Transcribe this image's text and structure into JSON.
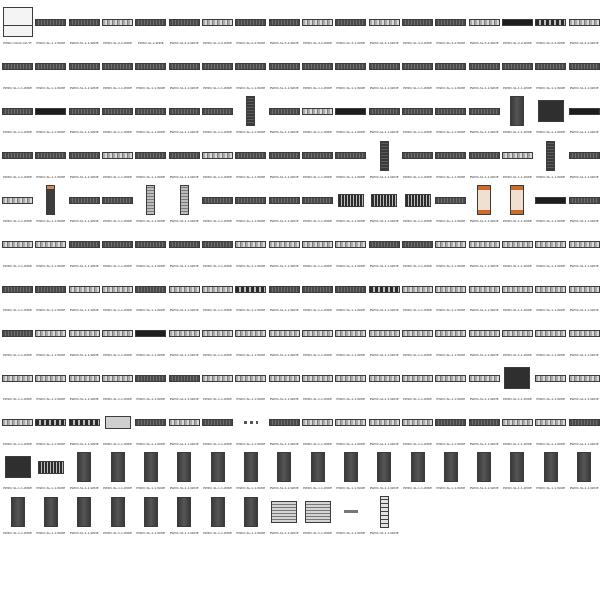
{
  "gallery": {
    "rows": [
      [
        {
          "label": "PWDC-OLDC-OA-TT",
          "style": "cover"
        },
        {
          "label": "PWDC-SL-1-1-WIDE",
          "style": "dark"
        },
        {
          "label": "PWDC-SL-1-1-WIDE",
          "style": "dark"
        },
        {
          "label": "PWDC-SL-2-2-WIDE",
          "style": "light"
        },
        {
          "label": "PWDC-SL-2-WIDE",
          "style": "dark"
        },
        {
          "label": "PWDC-SL-2-2-WIDE",
          "style": "dark"
        },
        {
          "label": "PWDC-SL-2-2-WIDE",
          "style": "light"
        },
        {
          "label": "PWDC-SL-2-2-WIDE",
          "style": "dark"
        },
        {
          "label": "PWDC-SL-3-2-WIDE",
          "style": "dark"
        },
        {
          "label": "PWDC-SL-3-2-WIDE",
          "style": "light"
        },
        {
          "label": "PWDC-SL-3-1-WIDE",
          "style": "dark"
        },
        {
          "label": "PWDC-SL-3-1-WIDE",
          "style": "light"
        },
        {
          "label": "PWDC-SL-3-2-WIDE",
          "style": "dark"
        },
        {
          "label": "PWDC-SL-3-2-WIDE",
          "style": "dark"
        },
        {
          "label": "PWDC-SL-3-2-WIDE",
          "style": "light"
        },
        {
          "label": "PWDC-SL-2-2-WIDE",
          "style": "black"
        },
        {
          "label": "PWDC-SL-2-2-WIDE",
          "style": "mixed"
        },
        {
          "label": "PWDC-SL-2-2-WIDE",
          "style": "light"
        }
      ],
      [
        {
          "label": "PWDC-SL-1-1-WIDE",
          "style": "dark"
        },
        {
          "label": "PWDC-SL-1-1-WIDE",
          "style": "dark"
        },
        {
          "label": "PWDC-SL-1-1-WIDE",
          "style": "dark"
        },
        {
          "label": "PWDC-SL-1-1-WIDE",
          "style": "dark"
        },
        {
          "label": "PWDC-SL-1-1-WIDE",
          "style": "dark"
        },
        {
          "label": "PWDC-SL-1-1-WIDE",
          "style": "dark"
        },
        {
          "label": "PWDC-SL-1-1-WIDE",
          "style": "dark"
        },
        {
          "label": "PWDC-SL-1-1-WIDE",
          "style": "dark"
        },
        {
          "label": "PWDC-SL-1-1-WIDE",
          "style": "dark"
        },
        {
          "label": "PWDC-SL-1-1-WIDE",
          "style": "dark"
        },
        {
          "label": "PWDC-SL-1-1-WIDE",
          "style": "dark"
        },
        {
          "label": "PWDC-SL-1-1-WIDE",
          "style": "dark"
        },
        {
          "label": "PWDC-SL-1-1-WIDE",
          "style": "dark"
        },
        {
          "label": "PWDC-SL-1-1-WIDE",
          "style": "dark"
        },
        {
          "label": "PWDC-SL-1-1-WIDE",
          "style": "dark"
        },
        {
          "label": "PWDC-SL-1-1-WIDE",
          "style": "dark"
        },
        {
          "label": "PWDC-SL-1-1-WIDE",
          "style": "dark"
        },
        {
          "label": "PWDC-SL-1-1-WIDE",
          "style": "dark"
        }
      ],
      [
        {
          "label": "PWDC-SL-1-1-WIDE",
          "style": "dark"
        },
        {
          "label": "PWDC-SL-1-1-WIDE",
          "style": "black"
        },
        {
          "label": "PWDC-SL-1-1-WIDE",
          "style": "dark"
        },
        {
          "label": "PWDC-SL-1-1-WIDE",
          "style": "dark"
        },
        {
          "label": "PWDC-SL-1-1-WIDE",
          "style": "dark"
        },
        {
          "label": "PWDC-SL-1-1-WIDE",
          "style": "dark"
        },
        {
          "label": "PWDC-SL-1-1-WIDE",
          "style": "dark"
        },
        {
          "label": "PWDC-SL-1-1-WIDE",
          "style": "rack"
        },
        {
          "label": "PWDC-SL-1-1-WIDE",
          "style": "dark"
        },
        {
          "label": "PWDC-SL-1-1-WIDE",
          "style": "light"
        },
        {
          "label": "PWDC-SL-1-1-WIDE",
          "style": "black"
        },
        {
          "label": "PWDC-SL-1-1-WIDE",
          "style": "dark"
        },
        {
          "label": "PWDC-SL-1-1-WIDE",
          "style": "dark"
        },
        {
          "label": "PWDC-SL-1-1-WIDE",
          "style": "dark"
        },
        {
          "label": "PWDC-SL-1-1-WIDE",
          "style": "dark"
        },
        {
          "label": "PWDC-SL-1-1-WIDE",
          "style": "cab"
        },
        {
          "label": "PWDC-SL-1-1-WIDE",
          "style": "box"
        },
        {
          "label": "PWDC-SL-1-1-WIDE",
          "style": "black"
        }
      ],
      [
        {
          "label": "PWDC-SL-1-1-WIDE",
          "style": "dark"
        },
        {
          "label": "PWDC-SL-1-1-WIDE",
          "style": "dark"
        },
        {
          "label": "PWDC-SL-1-1-WIDE",
          "style": "dark"
        },
        {
          "label": "PWDC-SL-1-1-WIDE",
          "style": "light"
        },
        {
          "label": "PWDC-SL-1-1-WIDE",
          "style": "dark"
        },
        {
          "label": "PWDC-SL-1-1-WIDE",
          "style": "dark"
        },
        {
          "label": "PWDC-SL-1-1-WIDE",
          "style": "light"
        },
        {
          "label": "PWDC-SL-1-1-WIDE",
          "style": "dark"
        },
        {
          "label": "PWDC-SL-1-1-WIDE",
          "style": "dark"
        },
        {
          "label": "PWDC-SL-1-1-WIDE",
          "style": "dark"
        },
        {
          "label": "PWDC-SL-1-1-WIDE",
          "style": "dark"
        },
        {
          "label": "PWDC-SL-1-1-WIDE",
          "style": "rack"
        },
        {
          "label": "PWDC-SL-1-1-WIDE",
          "style": "dark"
        },
        {
          "label": "PWDC-SL-1-1-WIDE",
          "style": "dark"
        },
        {
          "label": "PWDC-SL-1-1-WIDE",
          "style": "dark"
        },
        {
          "label": "PWDC-SL-1-1-WIDE",
          "style": "light"
        },
        {
          "label": "PWDC-SL-1-1-WIDE",
          "style": "rack"
        },
        {
          "label": "PWDC-SL-1-1-WIDE",
          "style": "dark"
        }
      ],
      [
        {
          "label": "PWDC-SL-1-1-WIDE",
          "style": "light"
        },
        {
          "label": "PWDC-SL-1-1-WIDE",
          "style": "orack"
        },
        {
          "label": "PWDC-SL-1-1-WIDE",
          "style": "dark"
        },
        {
          "label": "PWDC-SL-1-1-WIDE",
          "style": "dark"
        },
        {
          "label": "PWDC-SL-1-1-WIDE",
          "style": "lrack"
        },
        {
          "label": "PWDC-SL-1-1-WIDE",
          "style": "lrack"
        },
        {
          "label": "PWDC-SL-1-1-WIDE",
          "style": "dark"
        },
        {
          "label": "PWDC-SL-1-1-WIDE",
          "style": "dark"
        },
        {
          "label": "PWDC-SL-1-1-WIDE",
          "style": "dark"
        },
        {
          "label": "PWDC-SL-1-1-WIDE",
          "style": "dark"
        },
        {
          "label": "PWDC-SL-1-1-WIDE",
          "style": "small"
        },
        {
          "label": "PWDC-SL-1-1-WIDE",
          "style": "small"
        },
        {
          "label": "PWDC-SL-1-1-WIDE",
          "style": "small"
        },
        {
          "label": "PWDC-SL-1-1-WIDE",
          "style": "dark"
        },
        {
          "label": "PWDC-SL-1-1-WIDE",
          "style": "orange"
        },
        {
          "label": "PWDC-SL-1-1-WIDE",
          "style": "orange"
        },
        {
          "label": "PWDC-SL-1-1-WIDE",
          "style": "black"
        },
        {
          "label": "PWDC-SL-1-1-WIDE",
          "style": "dark"
        }
      ],
      [
        {
          "label": "PWDC-SL-1-1-WIDE",
          "style": "light"
        },
        {
          "label": "PWDC-SL-1-1-WIDE",
          "style": "light"
        },
        {
          "label": "PWDC-SL-1-1-WIDE",
          "style": "dark"
        },
        {
          "label": "PWDC-SL-1-1-WIDE",
          "style": "dark"
        },
        {
          "label": "PWDC-SL-1-1-WIDE",
          "style": "dark"
        },
        {
          "label": "PWDC-SL-1-1-WIDE",
          "style": "dark"
        },
        {
          "label": "PWDC-SL-1-1-WIDE",
          "style": "dark"
        },
        {
          "label": "PWDC-SL-1-1-WIDE",
          "style": "light"
        },
        {
          "label": "PWDC-SL-1-1-WIDE",
          "style": "light"
        },
        {
          "label": "PWDC-SL-1-1-WIDE",
          "style": "light"
        },
        {
          "label": "PWDC-SL-1-1-WIDE",
          "style": "light"
        },
        {
          "label": "PWDC-SL-1-1-WIDE",
          "style": "dark"
        },
        {
          "label": "PWDC-SL-1-1-WIDE",
          "style": "dark"
        },
        {
          "label": "PWDC-SL-1-1-WIDE",
          "style": "light"
        },
        {
          "label": "PWDC-SL-1-1-WIDE",
          "style": "light"
        },
        {
          "label": "PWDC-SL-1-1-WIDE",
          "style": "light"
        },
        {
          "label": "PWDC-SL-1-1-WIDE",
          "style": "light"
        },
        {
          "label": "PWDC-SL-1-1-WIDE",
          "style": "light"
        }
      ],
      [
        {
          "label": "PWDC-SL-1-1-WIDE",
          "style": "dark"
        },
        {
          "label": "PWDC-SL-1-1-WIDE",
          "style": "dark"
        },
        {
          "label": "PWDC-SL-1-1-WIDE",
          "style": "light"
        },
        {
          "label": "PWDC-SL-1-1-WIDE",
          "style": "light"
        },
        {
          "label": "PWDC-SL-1-1-WIDE",
          "style": "dark"
        },
        {
          "label": "PWDC-SL-1-1-WIDE",
          "style": "light"
        },
        {
          "label": "PWDC-SL-1-1-WIDE",
          "style": "light"
        },
        {
          "label": "PWDC-SL-1-1-WIDE",
          "style": "mixed"
        },
        {
          "label": "PWDC-SL-1-1-WIDE",
          "style": "dark"
        },
        {
          "label": "PWDC-SL-1-1-WIDE",
          "style": "dark"
        },
        {
          "label": "PWDC-SL-1-1-WIDE",
          "style": "dark"
        },
        {
          "label": "PWDC-SL-1-1-WIDE",
          "style": "mixed"
        },
        {
          "label": "PWDC-SL-1-1-WIDE",
          "style": "light"
        },
        {
          "label": "PWDC-SL-1-1-WIDE",
          "style": "light"
        },
        {
          "label": "PWDC-SL-1-1-WIDE",
          "style": "light"
        },
        {
          "label": "PWDC-SL-1-1-WIDE",
          "style": "light"
        },
        {
          "label": "PWDC-SL-1-1-WIDE",
          "style": "light"
        },
        {
          "label": "PWDC-SL-1-1-WIDE",
          "style": "light"
        }
      ],
      [
        {
          "label": "PWDC-SL-1-1-WIDE",
          "style": "dark"
        },
        {
          "label": "PWDC-SL-1-1-WIDE",
          "style": "light"
        },
        {
          "label": "PWDC-SL-1-1-WIDE",
          "style": "light"
        },
        {
          "label": "PWDC-SL-1-1-WIDE",
          "style": "light"
        },
        {
          "label": "PWDC-SL-1-1-WIDE",
          "style": "black"
        },
        {
          "label": "PWDC-SL-1-1-WIDE",
          "style": "light"
        },
        {
          "label": "PWDC-SL-1-1-WIDE",
          "style": "light"
        },
        {
          "label": "PWDC-SL-1-1-WIDE",
          "style": "light"
        },
        {
          "label": "PWDC-SL-1-1-WIDE",
          "style": "light"
        },
        {
          "label": "PWDC-SL-1-1-WIDE",
          "style": "light"
        },
        {
          "label": "PWDC-SL-1-1-WIDE",
          "style": "light"
        },
        {
          "label": "PWDC-SL-1-1-WIDE",
          "style": "light"
        },
        {
          "label": "PWDC-SL-1-1-WIDE",
          "style": "light"
        },
        {
          "label": "PWDC-SL-1-1-WIDE",
          "style": "light"
        },
        {
          "label": "PWDC-SL-1-1-WIDE",
          "style": "light"
        },
        {
          "label": "PWDC-SL-1-1-WIDE",
          "style": "light"
        },
        {
          "label": "PWDC-SL-1-1-WIDE",
          "style": "light"
        },
        {
          "label": "PWDC-SL-1-1-WIDE",
          "style": "light"
        }
      ],
      [
        {
          "label": "PWDC-SL-1-1-WIDE",
          "style": "light"
        },
        {
          "label": "PWDC-SL-1-1-WIDE",
          "style": "light"
        },
        {
          "label": "PWDC-SL-1-1-WIDE",
          "style": "light"
        },
        {
          "label": "PWDC-SL-1-1-WIDE",
          "style": "light"
        },
        {
          "label": "PWDC-SL-1-1-WIDE",
          "style": "dark"
        },
        {
          "label": "PWDC-SL-1-1-WIDE",
          "style": "dark"
        },
        {
          "label": "PWDC-SL-1-1-WIDE",
          "style": "light"
        },
        {
          "label": "PWDC-SL-1-1-WIDE",
          "style": "light"
        },
        {
          "label": "PWDC-SL-1-1-WIDE",
          "style": "light"
        },
        {
          "label": "PWDC-SL-1-1-WIDE",
          "style": "light"
        },
        {
          "label": "PWDC-SL-1-1-WIDE",
          "style": "light"
        },
        {
          "label": "PWDC-SL-1-1-WIDE",
          "style": "light"
        },
        {
          "label": "PWDC-SL-1-1-WIDE",
          "style": "light"
        },
        {
          "label": "PWDC-SL-1-1-WIDE",
          "style": "light"
        },
        {
          "label": "PWDC-SL-1-1-WIDE",
          "style": "light"
        },
        {
          "label": "PWDC-SL-1-1-WIDE",
          "style": "box"
        },
        {
          "label": "PWDC-SL-1-1-WIDE",
          "style": "light"
        },
        {
          "label": "PWDC-SL-1-1-WIDE",
          "style": "light"
        }
      ],
      [
        {
          "label": "PWDC-SL-1-1-WIDE",
          "style": "light"
        },
        {
          "label": "PWDC-SL-1-1-WIDE",
          "style": "mixed"
        },
        {
          "label": "PWDC-SL-1-1-WIDE",
          "style": "mixed"
        },
        {
          "label": "PWDC-SL-1-1-WIDE",
          "style": "lsmall"
        },
        {
          "label": "PWDC-SL-1-1-WIDE",
          "style": "dark"
        },
        {
          "label": "PWDC-SL-1-1-WIDE",
          "style": "light"
        },
        {
          "label": "PWDC-SL-1-1-WIDE",
          "style": "dark"
        },
        {
          "label": "PWDC-SL-1-1-WIDE",
          "style": "thin"
        },
        {
          "label": "PWDC-SL-1-1-WIDE",
          "style": "dark"
        },
        {
          "label": "PWDC-SL-1-1-WIDE",
          "style": "light"
        },
        {
          "label": "PWDC-SL-1-1-WIDE",
          "style": "light"
        },
        {
          "label": "PWDC-SL-1-1-WIDE",
          "style": "light"
        },
        {
          "label": "PWDC-SL-1-1-WIDE",
          "style": "light"
        },
        {
          "label": "PWDC-SL-1-1-WIDE",
          "style": "dark"
        },
        {
          "label": "PWDC-SL-1-1-WIDE",
          "style": "dark"
        },
        {
          "label": "PWDC-SL-1-1-WIDE",
          "style": "light"
        },
        {
          "label": "PWDC-SL-1-1-WIDE",
          "style": "light"
        },
        {
          "label": "PWDC-SL-1-1-WIDE",
          "style": "dark"
        }
      ],
      [
        {
          "label": "PWDC-SL-1-1-WIDE",
          "style": "box"
        },
        {
          "label": "PWDC-SL-1-1-WIDE",
          "style": "small"
        },
        {
          "label": "PWDC-SL-1-1-WIDE",
          "style": "cab"
        },
        {
          "label": "PWDC-SL-1-1-WIDE",
          "style": "cab"
        },
        {
          "label": "PWDC-SL-1-1-WIDE",
          "style": "cab"
        },
        {
          "label": "PWDC-SL-1-1-WIDE",
          "style": "cab"
        },
        {
          "label": "PWDC-SL-1-1-WIDE",
          "style": "cab"
        },
        {
          "label": "PWDC-SL-1-1-WIDE",
          "style": "cab"
        },
        {
          "label": "PWDC-SL-1-1-WIDE",
          "style": "cab"
        },
        {
          "label": "PWDC-SL-1-1-WIDE",
          "style": "cab"
        },
        {
          "label": "PWDC-SL-1-1-WIDE",
          "style": "cab"
        },
        {
          "label": "PWDC-SL-1-1-WIDE",
          "style": "cab"
        },
        {
          "label": "PWDC-SL-1-1-WIDE",
          "style": "cab"
        },
        {
          "label": "PWDC-SL-1-1-WIDE",
          "style": "cab"
        },
        {
          "label": "PWDC-SL-1-1-WIDE",
          "style": "cab"
        },
        {
          "label": "PWDC-SL-1-1-WIDE",
          "style": "cab"
        },
        {
          "label": "PWDC-SL-1-1-WIDE",
          "style": "cab"
        },
        {
          "label": "PWDC-SL-1-1-WIDE",
          "style": "cab"
        }
      ],
      [
        {
          "label": "PWDC-SL-1-1-WIDE",
          "style": "cab"
        },
        {
          "label": "PWDC-SL-1-1-WIDE",
          "style": "cab"
        },
        {
          "label": "PWDC-SL-1-1-WIDE",
          "style": "cab"
        },
        {
          "label": "PWDC-SL-1-1-WIDE",
          "style": "cab"
        },
        {
          "label": "PWDC-SL-1-1-WIDE",
          "style": "cab"
        },
        {
          "label": "PWDC-SL-1-1-WIDE",
          "style": "cab"
        },
        {
          "label": "PWDC-SL-1-1-WIDE",
          "style": "cab"
        },
        {
          "label": "PWDC-SL-1-1-WIDE",
          "style": "cab"
        },
        {
          "label": "PWDC-SL-1-1-WIDE",
          "style": "noise"
        },
        {
          "label": "PWDC-SL-1-1-WIDE",
          "style": "noise"
        },
        {
          "label": "PWDC-SL-1-1-WIDE",
          "style": "thin2"
        },
        {
          "label": "PWDC-SL-1-1-WIDE",
          "style": "tall"
        }
      ]
    ]
  }
}
